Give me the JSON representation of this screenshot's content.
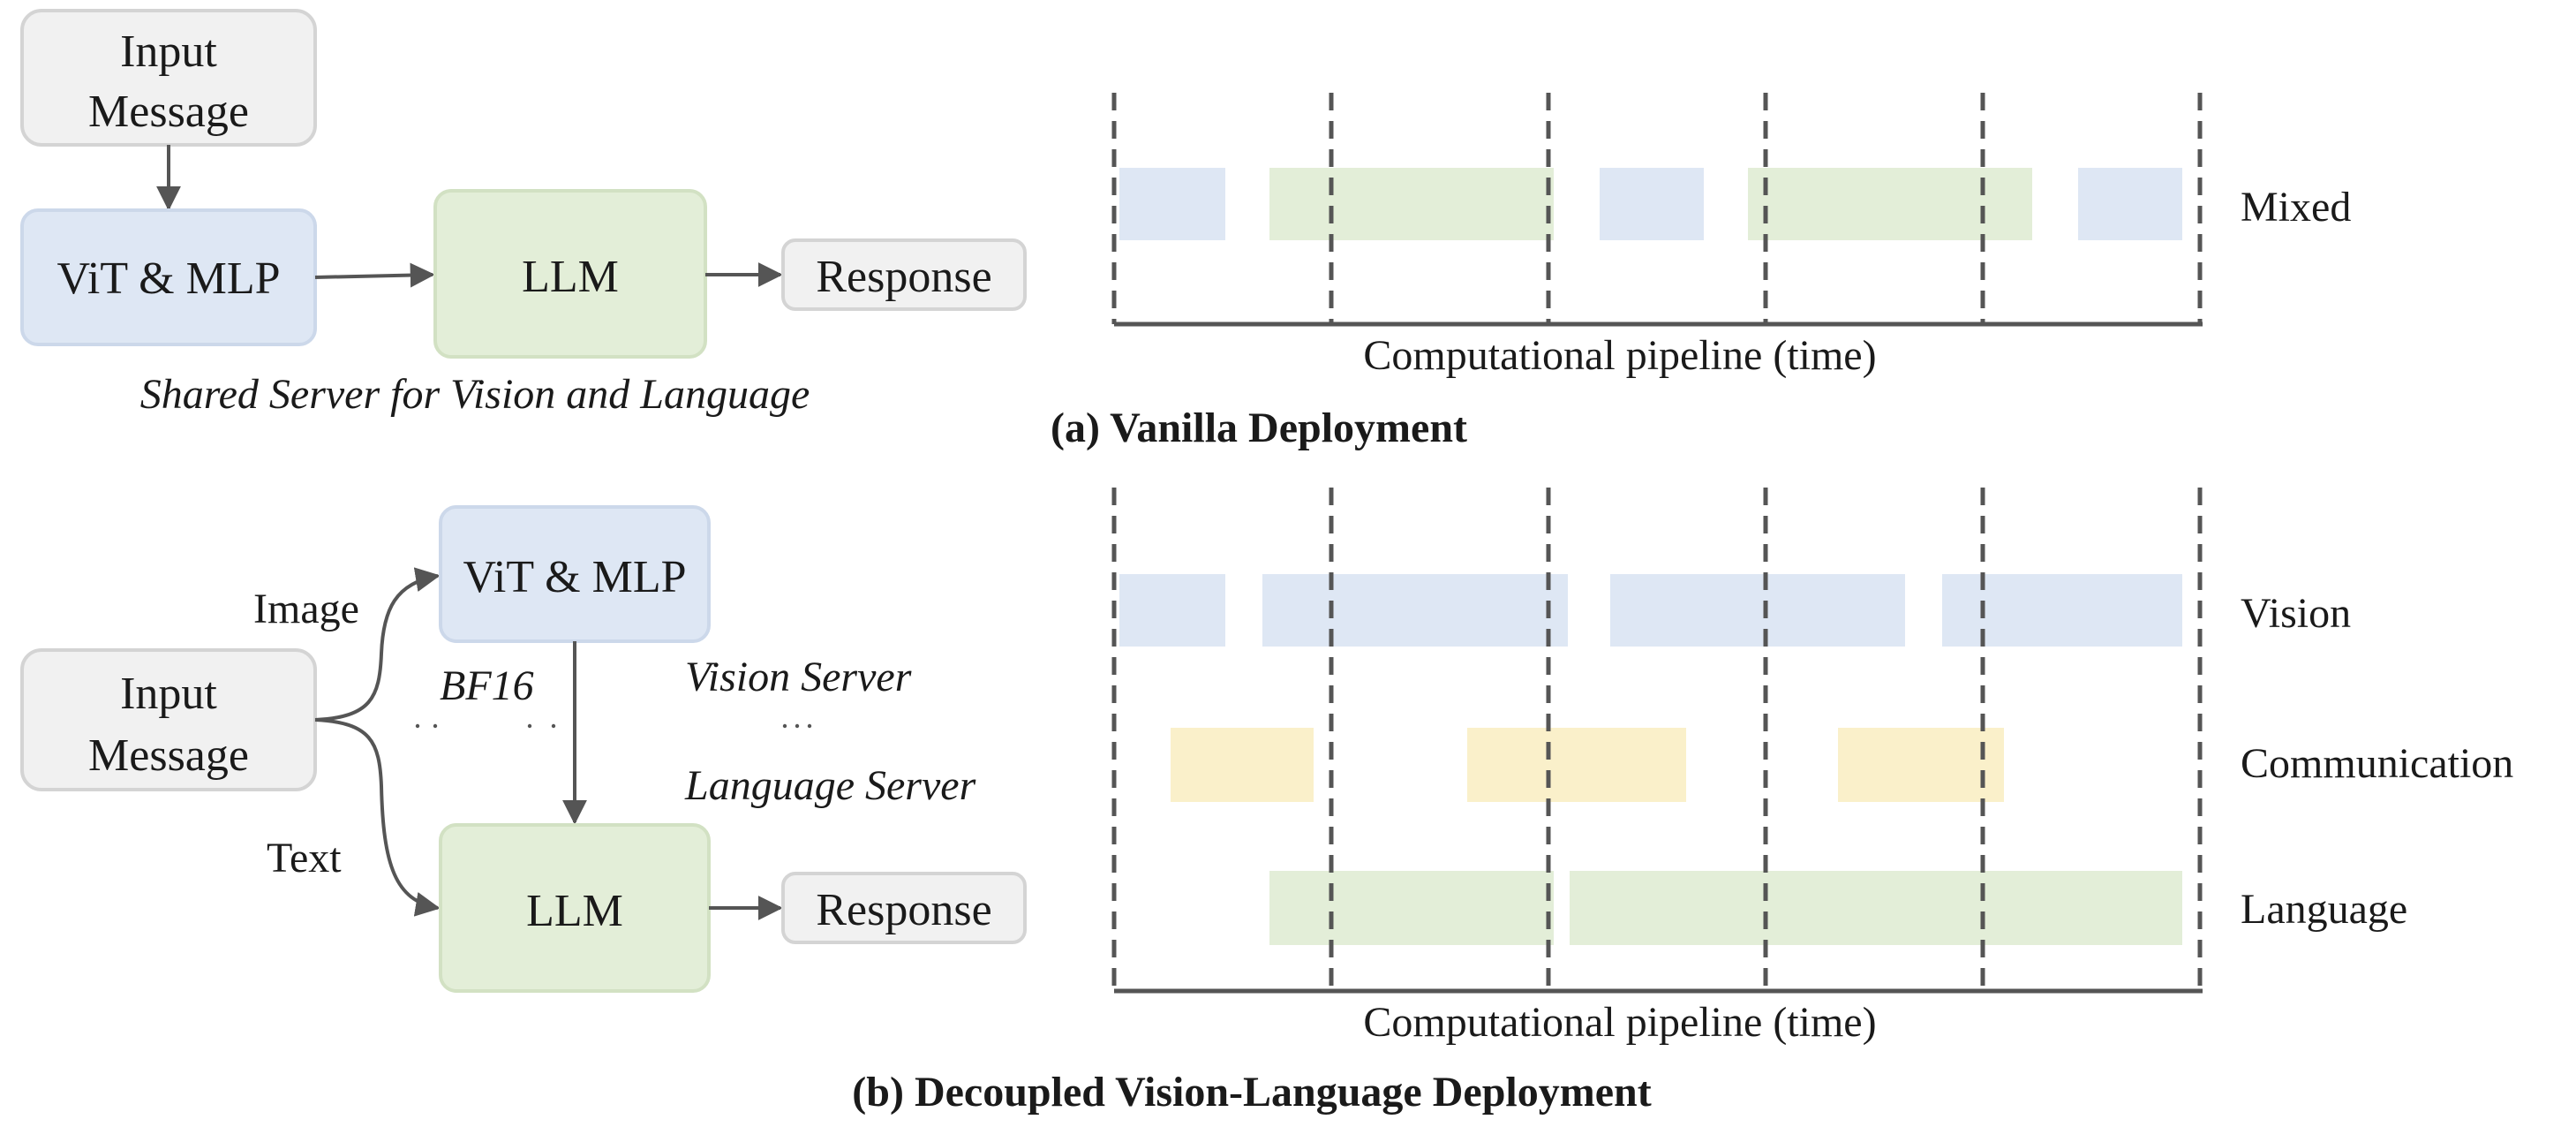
{
  "colors": {
    "vision": "#dee7f4",
    "vision_stroke": "#ccd8ea",
    "language": "#e3eed8",
    "language_stroke": "#d2e1c3",
    "communication": "#faf0ca",
    "neutral": "#f1f1f1",
    "neutral_stroke": "#d4d4d4",
    "line": "#555555",
    "text": "#1a1a1a"
  },
  "panel_a": {
    "input_box": {
      "line1": "Input",
      "line2": "Message"
    },
    "vit_box": "ViT & MLP",
    "llm_box": "LLM",
    "response_box": "Response",
    "server_caption": "Shared Server for Vision  and Language",
    "caption": "(a) Vanilla Deployment",
    "pipeline": {
      "row_labels": [
        "Mixed"
      ],
      "axis_label": "Computational pipeline (time)"
    }
  },
  "panel_b": {
    "input_box": {
      "line1": "Input",
      "line2": "Message"
    },
    "vit_box": "ViT & MLP",
    "llm_box": "LLM",
    "response_box": "Response",
    "image_label": "Image",
    "text_label": "Text",
    "bf16_label": "BF16",
    "vision_server": "Vision Server",
    "language_server": "Language Server",
    "caption": "(b) Decoupled Vision-Language Deployment",
    "pipeline": {
      "row_labels": [
        "Vision",
        "Communication",
        "Language"
      ],
      "axis_label": "Computational pipeline (time)"
    }
  }
}
